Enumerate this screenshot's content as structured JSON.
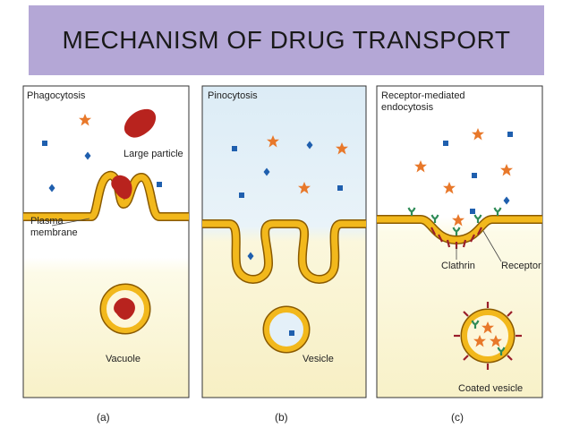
{
  "title": "MECHANISM OF DRUG TRANSPORT",
  "panels": {
    "a": {
      "heading": "Phagocytosis",
      "large_particle": "Large particle",
      "plasma_1": "Plasma",
      "plasma_2": "membrane",
      "vacuole": "Vacuole",
      "caption": "(a)"
    },
    "b": {
      "heading": "Pinocytosis",
      "vesicle": "Vesicle",
      "caption": "(b)"
    },
    "c": {
      "heading_1": "Receptor-mediated",
      "heading_2": "endocytosis",
      "clathrin": "Clathrin",
      "receptor": "Receptor",
      "coated_vesicle": "Coated vesicle",
      "caption": "(c)"
    }
  },
  "colors": {
    "title_bg": "#b4a7d6",
    "membrane_fill": "#f2b81c",
    "membrane_edge": "#8a5a00",
    "particle": "#b8231e",
    "molecule_blue": "#1f5fae",
    "molecule_orange": "#e8782a",
    "receptor_green": "#2e8b57",
    "clathrin_red": "#9a1e2a"
  }
}
